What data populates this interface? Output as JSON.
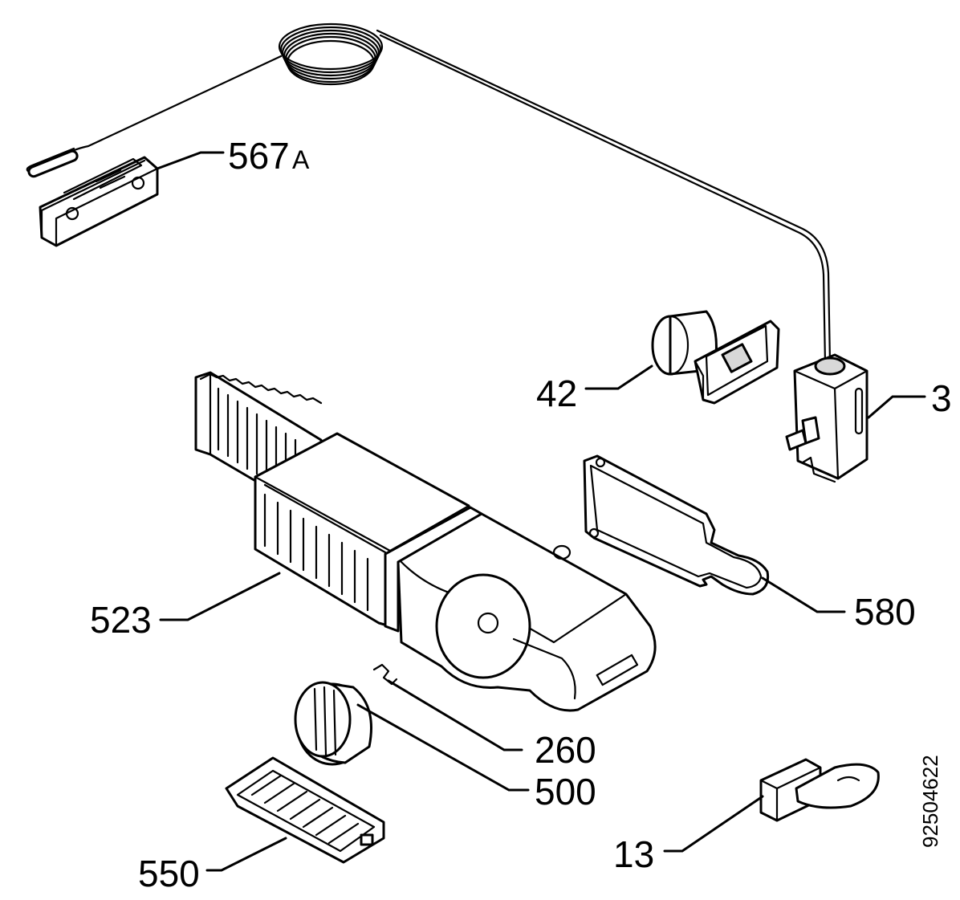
{
  "diagram": {
    "document_number": "92504622",
    "parts": [
      {
        "id": "567A",
        "number": "567",
        "suffix": "A"
      },
      {
        "id": "42",
        "number": "42"
      },
      {
        "id": "3",
        "number": "3"
      },
      {
        "id": "580",
        "number": "580"
      },
      {
        "id": "523",
        "number": "523"
      },
      {
        "id": "260",
        "number": "260"
      },
      {
        "id": "500",
        "number": "500"
      },
      {
        "id": "550",
        "number": "550"
      },
      {
        "id": "13",
        "number": "13"
      }
    ]
  }
}
